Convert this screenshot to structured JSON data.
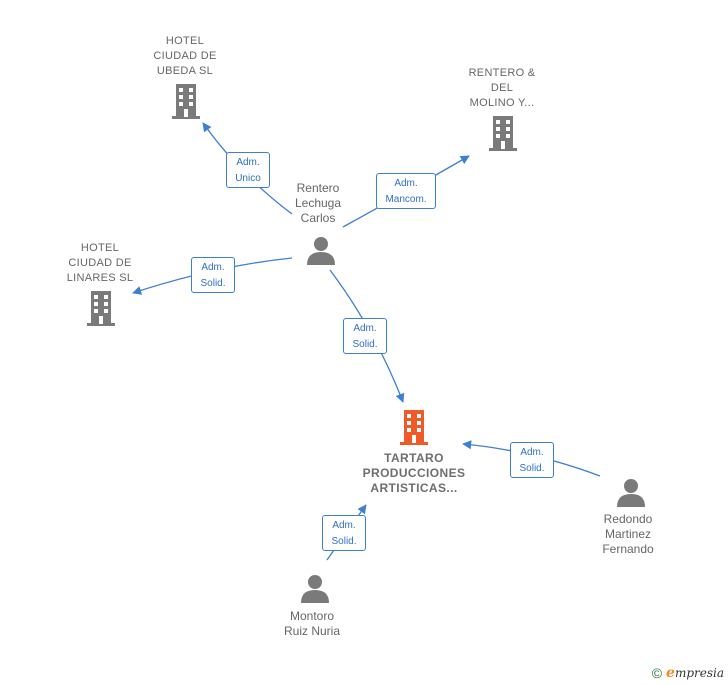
{
  "colors": {
    "edge": "#3d7fd3",
    "company_icon": "#7a7a7a",
    "main_company_icon": "#f05a28",
    "person_icon": "#7a7a7a"
  },
  "nodes": {
    "hotel_ubeda": {
      "label": "HOTEL\nCIUDAD DE\nUBEDA  SL",
      "icon": "building-icon"
    },
    "rentero_molino": {
      "label": "RENTERO &\nDEL\nMOLINO Y...",
      "icon": "building-icon"
    },
    "hotel_linares": {
      "label": "HOTEL\nCIUDAD DE\nLINARES SL",
      "icon": "building-icon"
    },
    "rentero_lechuga": {
      "label": "Rentero\nLechuga\nCarlos",
      "icon": "person-icon"
    },
    "tartaro": {
      "label": "TARTARO\nPRODUCCIONES\nARTISTICAS...",
      "icon": "building-icon"
    },
    "redondo": {
      "label": "Redondo\nMartinez\nFernando",
      "icon": "person-icon"
    },
    "montoro": {
      "label": "Montoro\nRuiz Nuria",
      "icon": "person-icon"
    }
  },
  "edges": {
    "e1": {
      "label": "Adm.\nUnico"
    },
    "e2": {
      "label": "Adm.\nMancom."
    },
    "e3": {
      "label": "Adm.\nSolid."
    },
    "e4": {
      "label": "Adm.\nSolid."
    },
    "e5": {
      "label": "Adm.\nSolid."
    },
    "e6": {
      "label": "Adm.\nSolid."
    }
  },
  "footer": {
    "copyright_symbol": "©",
    "brand_first_letter": "e",
    "brand_rest": "mpresia"
  }
}
